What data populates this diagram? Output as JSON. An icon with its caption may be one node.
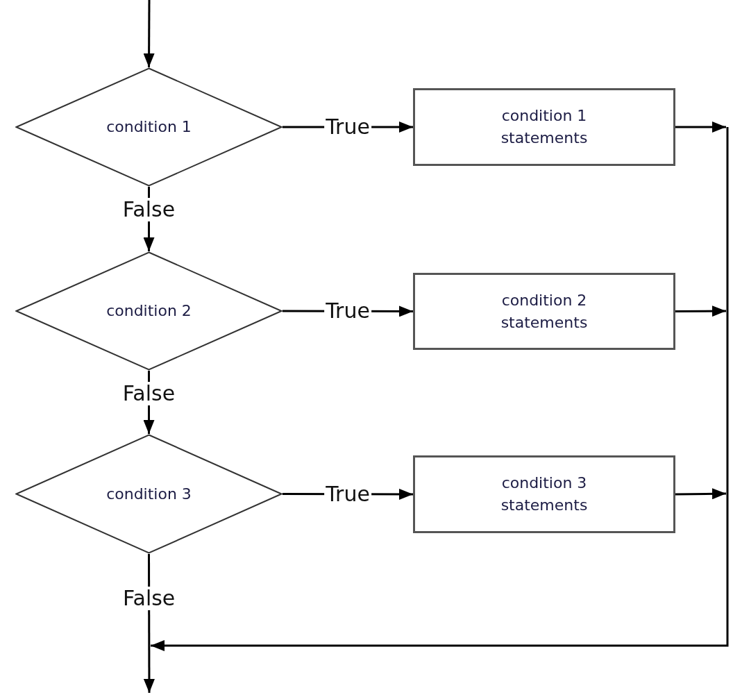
{
  "diagram": {
    "nodes": [
      {
        "text": [
          "condition 1"
        ]
      },
      {
        "text": [
          "condition 1 statements"
        ]
      },
      {
        "text": [
          "condition 2"
        ]
      },
      {
        "text": [
          "condition 2 statements"
        ]
      },
      {
        "text": [
          "condition 3"
        ]
      },
      {
        "text": [
          "condition 3 statements"
        ]
      }
    ],
    "edges": [
      {
        "from": null,
        "to": 0,
        "arrow": "to"
      },
      {
        "from": 0,
        "to": 1,
        "arrow": "to",
        "label": "True"
      },
      {
        "from": 0,
        "to": 2,
        "arrow": "to",
        "label": "False"
      },
      {
        "from": 2,
        "to": 3,
        "arrow": "to",
        "label": "True"
      },
      {
        "from": 2,
        "to": 4,
        "arrow": "to",
        "label": "False"
      },
      {
        "from": 4,
        "to": 5,
        "arrow": "to",
        "label": "True"
      },
      {
        "from": 1,
        "to": null,
        "arrow": "to"
      },
      {
        "from": 3,
        "to": null,
        "arrow": "to"
      },
      {
        "from": 5,
        "to": null,
        "arrow": "to"
      },
      {
        "from": 4,
        "to": null,
        "arrow": "to",
        "label": "False"
      }
    ]
  }
}
